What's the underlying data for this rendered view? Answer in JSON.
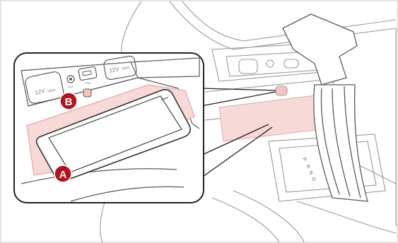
{
  "callouts": [
    {
      "id": "A",
      "letter": "A"
    },
    {
      "id": "B",
      "letter": "B"
    }
  ],
  "panel_labels": {
    "outlet_left": "12V",
    "outlet_left_watt": "180W",
    "outlet_right": "12V",
    "outlet_right_watt": "180W",
    "aux": "AUX",
    "usb": "USB"
  },
  "gear_letters": [
    "P",
    "R",
    "N",
    "D"
  ],
  "colors": {
    "callout_fill": "#b5121b",
    "highlight_fill": "#f7d9d8",
    "highlight_stroke": "#e7a6a6",
    "line": "#5a5a5a",
    "light_line": "#9a9a9a"
  }
}
